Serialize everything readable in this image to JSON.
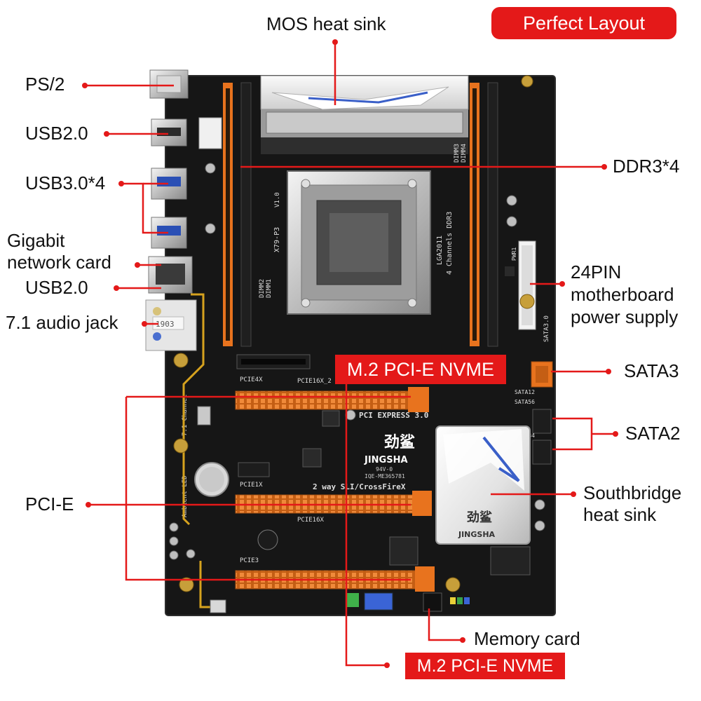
{
  "title_badge": "Perfect Layout",
  "colors": {
    "accent": "#e41919",
    "board": "#161616",
    "slot": "#e8731e",
    "pcb_text": "#dddddd"
  },
  "callouts": {
    "mos_heat_sink": "MOS heat sink",
    "ps2": "PS/2",
    "usb20_top": "USB2.0",
    "usb30x4": "USB3.0*4",
    "gigabit_line1": "Gigabit",
    "gigabit_line2": "network card",
    "usb20_bottom": "USB2.0",
    "audio_jack": "7.1 audio jack",
    "ddr3x4": "DDR3*4",
    "pin24_line1": "24PIN",
    "pin24_line2": "motherboard",
    "pin24_line3": "power supply",
    "m2_nvme_top": "M.2 PCI-E NVME",
    "sata3": "SATA3",
    "sata2": "SATA2",
    "pcie": "PCI-E",
    "southbridge_line1": "Southbridge",
    "southbridge_line2": "heat sink",
    "memory_card": "Memory card",
    "m2_nvme_bottom": "M.2 PCI-E NVME"
  },
  "board_text": {
    "model": "X79-P3",
    "version": "V1.0",
    "socket": "LGA2011",
    "channels": "4 Channels DDR3",
    "dimm1": "DIMM1",
    "dimm2": "DIMM2",
    "dimm3": "DIMM3",
    "dimm4": "DIMM4",
    "pcie4x": "PCIE4X",
    "pcie16x_2": "PCIE16X_2",
    "pcie1x": "PCIE1X",
    "pcie16x": "PCIE16X",
    "pcie3": "PCIE3",
    "pci_express": "PCI EXPRESS 3.0",
    "brand_cn": "劲鲨",
    "brand": "JINGSHA",
    "cert_1": "94V-0",
    "cert_2": "IQE-ME365781",
    "sli": "2 way SLI/CrossFireX",
    "sata3_label": "SATA3.0",
    "sata12": "SATA12",
    "sata56": "SATA56",
    "sata34": "SATA34",
    "pwr1": "PWR1",
    "ambient_led": "Ambient LED",
    "channel_71": "7.1 Channel",
    "audio_code": "1903",
    "sb_brand_cn": "劲鲨",
    "sb_brand": "JINGSHA"
  }
}
